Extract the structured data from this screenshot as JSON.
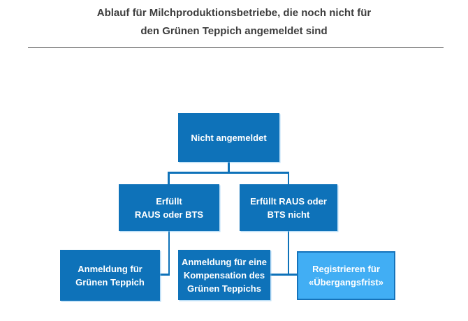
{
  "title": {
    "line1": "Ablauf für Milchproduktionsbetriebe, die noch nicht für",
    "line2": "den Grünen Teppich angemeldet sind"
  },
  "colors": {
    "node_fill": "#0e72b9",
    "node_text": "#ffffff",
    "highlight_fill": "#41aef4",
    "highlight_border": "#1573ba",
    "connector": "#0e72b9",
    "title_text": "#3d3d3d",
    "divider": "#454545"
  },
  "flowchart": {
    "nodes": [
      {
        "id": "nicht-angemeldet",
        "label": "Nicht angemeldet",
        "style": "primary"
      },
      {
        "id": "erfuellt-raus-bts",
        "label": "Erfüllt\nRAUS oder BTS",
        "style": "primary"
      },
      {
        "id": "erfuellt-raus-bts-nicht",
        "label": "Erfüllt RAUS oder\nBTS nicht",
        "style": "primary"
      },
      {
        "id": "anmeldung-gruener-teppich",
        "label": "Anmeldung für\nGrünen Teppich",
        "style": "primary"
      },
      {
        "id": "anmeldung-kompensation",
        "label": "Anmeldung für eine\nKompensation des\nGrünen Teppichs",
        "style": "primary"
      },
      {
        "id": "registrieren-uebergangsfrist",
        "label": "Registrieren für\n«Übergangsfrist»",
        "style": "highlight"
      }
    ],
    "edges": [
      {
        "from": "nicht-angemeldet",
        "to": "erfuellt-raus-bts"
      },
      {
        "from": "nicht-angemeldet",
        "to": "erfuellt-raus-bts-nicht"
      },
      {
        "from": "erfuellt-raus-bts",
        "to": "anmeldung-gruener-teppich"
      },
      {
        "from": "erfuellt-raus-bts-nicht",
        "to": "anmeldung-kompensation"
      },
      {
        "from": "erfuellt-raus-bts-nicht",
        "to": "registrieren-uebergangsfrist"
      }
    ]
  }
}
